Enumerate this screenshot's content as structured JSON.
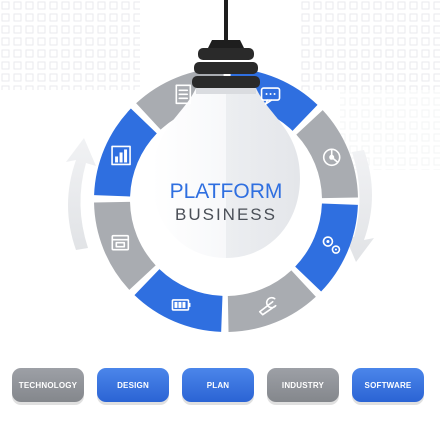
{
  "title": {
    "line1": "PLATFORM",
    "line2": "BUSINESS"
  },
  "segments": [
    {
      "icon": "document-icon",
      "color": "#a9acb1"
    },
    {
      "icon": "chat-bubble-icon",
      "color": "#2f6fe0"
    },
    {
      "icon": "pie-chart-icon",
      "color": "#a9acb1"
    },
    {
      "icon": "gears-icon",
      "color": "#2f6fe0"
    },
    {
      "icon": "wrench-icon",
      "color": "#a9acb1"
    },
    {
      "icon": "battery-icon",
      "color": "#2f6fe0"
    },
    {
      "icon": "calendar-icon",
      "color": "#a9acb1"
    },
    {
      "icon": "bar-chart-icon",
      "color": "#2f6fe0"
    }
  ],
  "buttons": [
    {
      "label": "TECHNOLOGY",
      "color": "gray"
    },
    {
      "label": "DESIGN",
      "color": "blue"
    },
    {
      "label": "PLAN",
      "color": "blue"
    },
    {
      "label": "INDUSTRY",
      "color": "gray"
    },
    {
      "label": "SOFTWARE",
      "color": "blue"
    }
  ],
  "colors": {
    "blue": "#2f6fe0",
    "gray": "#a9acb1",
    "cord": "#1e1e1e",
    "text_blue": "#2f6fe0",
    "text_dark": "#4a4f57"
  }
}
